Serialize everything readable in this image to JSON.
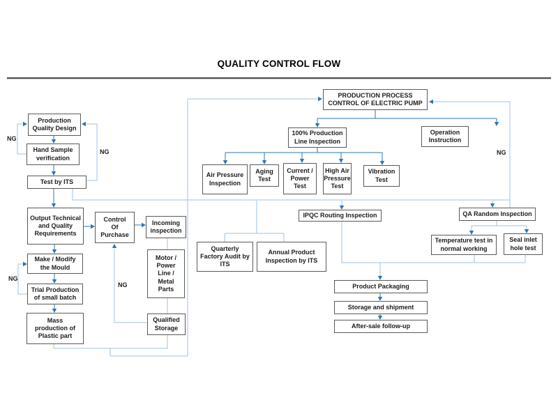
{
  "title": "QUALITY CONTROL FLOW",
  "labels": {
    "ng": "NG"
  },
  "nodes": {
    "production_quality_design": "Production Quality Design",
    "hand_sample_verification": "Hand Sample verification",
    "test_by_its": "Test by ITS",
    "output_requirements": "Output Technical and Quality Requirements",
    "control_of_purchase": "Control Of Purchase",
    "incoming_inspection": "Incoming inspection",
    "motor_power_line_metal_parts": "Motor / Power Line / Metal Parts",
    "qualified_storage": "Qualified Storage",
    "make_modify_mould": "Make / Modify the Mould",
    "trial_production": "Trial Production of small batch",
    "mass_production": "Mass production of Plastic part",
    "production_process_1": "PRODUCTION PROCESS",
    "production_process_2": "CONTROL OF ELECTRIC PUMP",
    "operation_instruction": "Operation Instruction",
    "production_line_inspection_100": "100% Production Line Inspection",
    "air_pressure_inspection": "Air Pressure Inspection",
    "aging_test": "Aging Test",
    "current_power_test": "Current / Power Test",
    "high_air_pressure_test": "High Air Pressure Test",
    "vibration_test": "Vibration Test",
    "ipqc_routing_inspection": "IPQC Routing Inspection",
    "qa_random_inspection": "QA Random Inspection",
    "temperature_test": "Temperature test in normal working",
    "seal_inlet_hole_test": "Seal inlet hole test",
    "quarterly_factory_audit": "Quarterly Factory Audit by ITS",
    "annual_product_inspection": "Annual Product Inspection by ITS",
    "product_packaging": "Product Packaging",
    "storage_and_shipment": "Storage and shipment",
    "after_sale_follow_up": "After-sale follow-up"
  },
  "colors": {
    "routing_line": "#9DC3E6",
    "arrow": "#2E75B6",
    "box_border": "#595959"
  }
}
